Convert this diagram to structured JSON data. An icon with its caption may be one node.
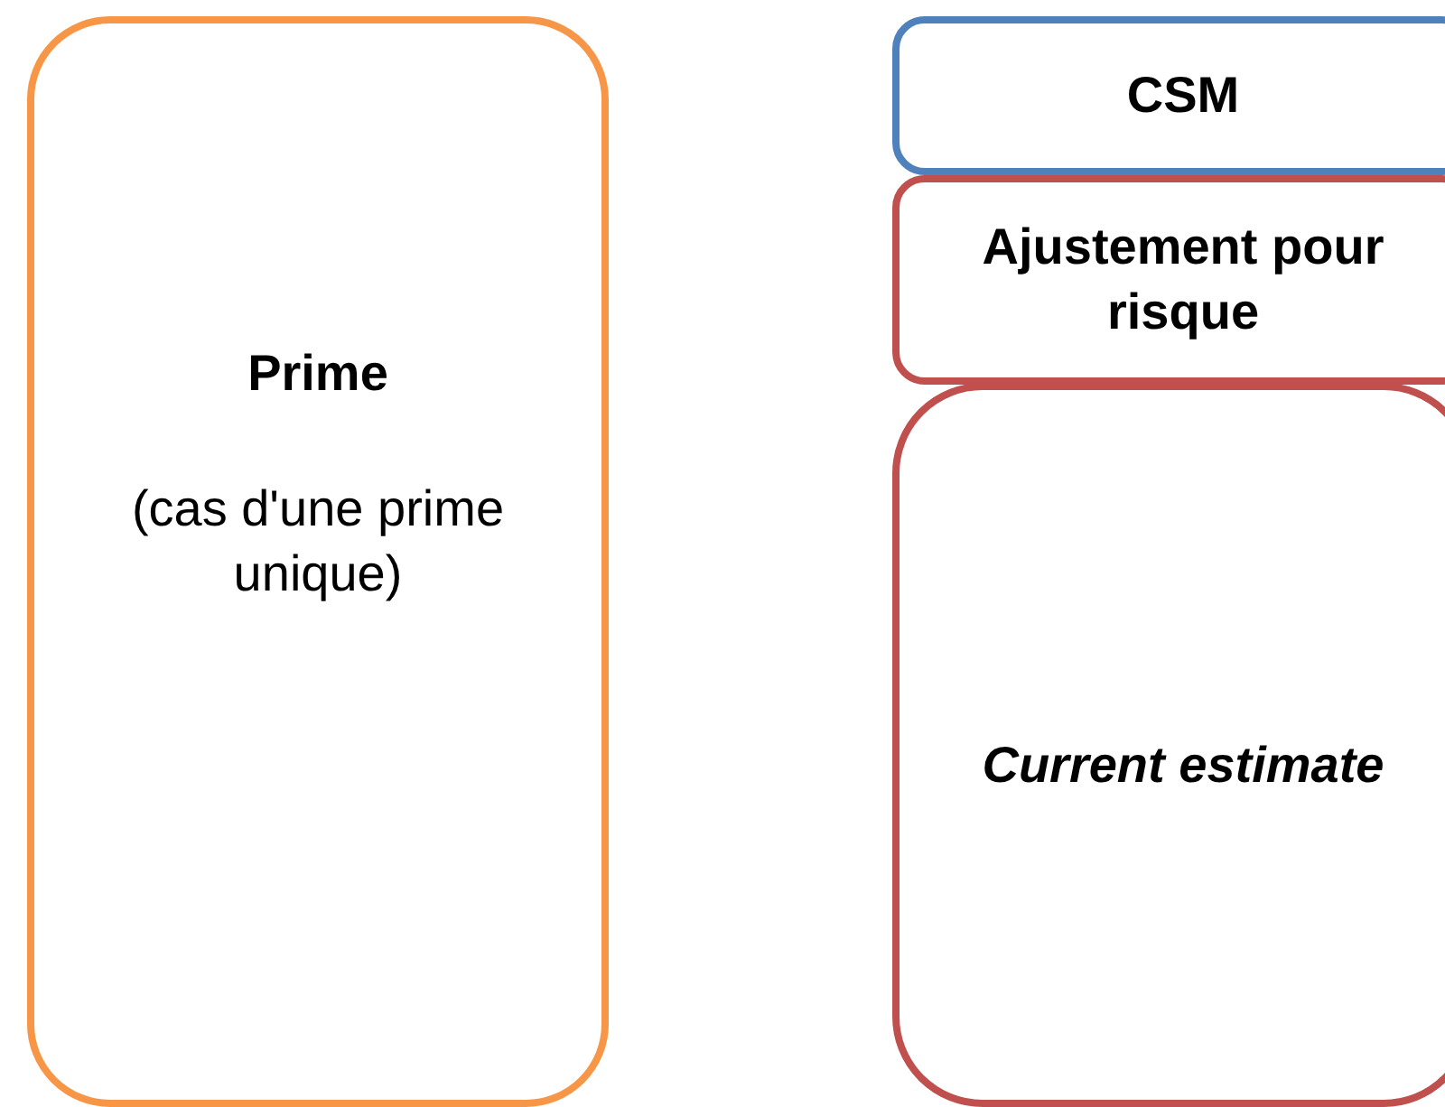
{
  "diagram": {
    "nodes": [
      {
        "text": [
          "Prime",
          "(cas d'une prime unique)"
        ]
      },
      {
        "text": [
          "CSM"
        ]
      },
      {
        "text": [
          "Ajustement pour risque"
        ]
      },
      {
        "text": [
          "Current estimate"
        ]
      }
    ]
  }
}
